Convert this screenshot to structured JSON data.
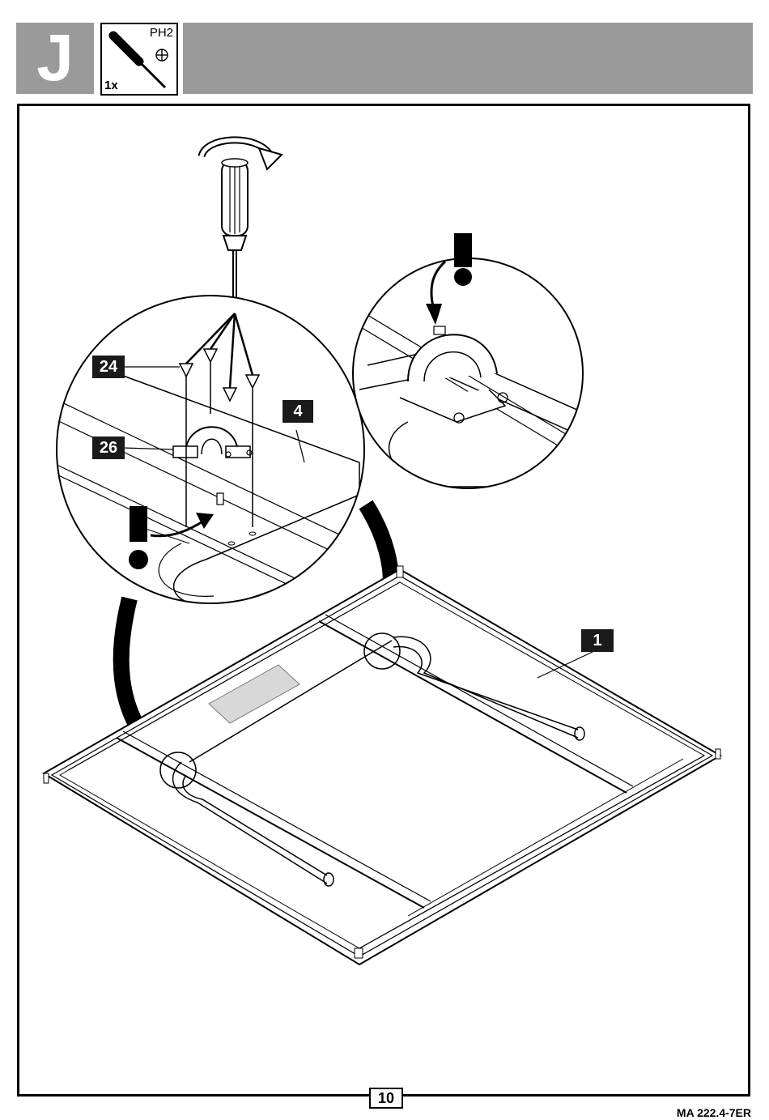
{
  "header": {
    "step_letter": "J",
    "tool": {
      "bit": "PH2",
      "quantity": "1x",
      "icon": "phillips-screwdriver-icon"
    }
  },
  "parts": {
    "screw_label": "24",
    "clip_label": "26",
    "tube_label": "4",
    "frame_label": "1"
  },
  "callouts": {
    "attention_icon": "exclamation-icon",
    "rotate_icon": "rotate-arrow-icon"
  },
  "footer": {
    "page_number": "10",
    "doc_code": "MA 222.4-7ER"
  }
}
